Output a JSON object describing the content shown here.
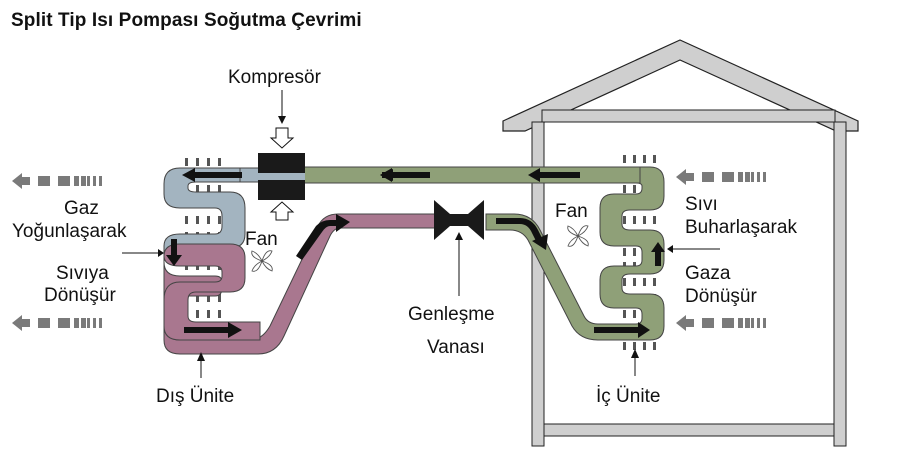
{
  "title": "Split Tip Isı Pompası Soğutma Çevrimi",
  "colors": {
    "hot_gas": "#a3b4c0",
    "hot_liquid": "#a9778f",
    "cold_mix": "#8fa078",
    "house_wall": "#cfcfcf",
    "component": "#1a1a1a",
    "air_arrow": "#7a7a7a"
  },
  "labels": {
    "compressor": "Kompresör",
    "outdoor_fan": "Fan",
    "indoor_fan": "Fan",
    "condense_line1": "Gaz",
    "condense_line2": "Yoğunlaşarak",
    "condense_line3": "Sıvıya",
    "condense_line4": "Dönüşür",
    "evaporate_line1": "Sıvı",
    "evaporate_line2": "Buharlaşarak",
    "evaporate_line3": "Gaza",
    "evaporate_line4": "Dönüşür",
    "expansion_line1": "Genleşme",
    "expansion_line2": "Vanası",
    "outdoor_unit": "Dış Ünite",
    "indoor_unit": "İç Ünite"
  },
  "icons": {
    "fan": "fan-icon",
    "air_flow": "dashed-arrow-left-icon",
    "compressor": "compressor-block-icon",
    "valve": "expansion-valve-icon"
  }
}
